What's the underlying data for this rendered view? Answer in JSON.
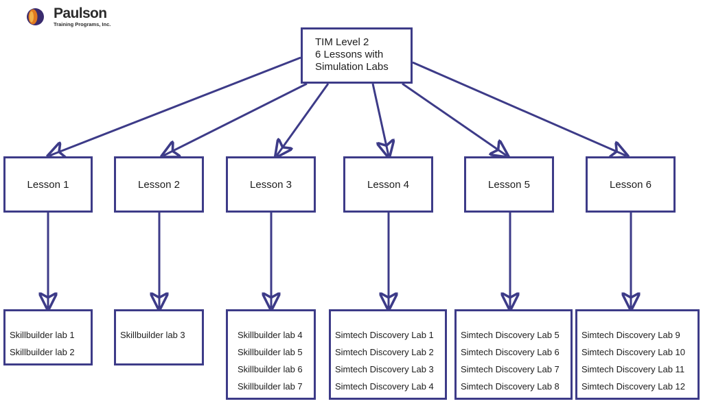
{
  "logo": {
    "name": "Paulson",
    "subtitle": "Training Programs, Inc."
  },
  "root": {
    "lines": [
      "TIM Level 2",
      "6 Lessons with",
      "Simulation Labs"
    ]
  },
  "lessons": [
    {
      "label": "Lesson 1",
      "labs": [
        "Skillbuilder lab 1",
        "Skillbuilder lab 2"
      ]
    },
    {
      "label": "Lesson 2",
      "labs": [
        "Skillbuilder lab 3"
      ]
    },
    {
      "label": "Lesson 3",
      "labs": [
        "Skillbuilder lab 4",
        "Skillbuilder lab 5",
        "Skillbuilder lab 6",
        "Skillbuilder lab 7"
      ]
    },
    {
      "label": "Lesson 4",
      "labs": [
        "Simtech Discovery Lab 1",
        "Simtech Discovery Lab 2",
        "Simtech Discovery Lab 3",
        "Simtech Discovery Lab 4"
      ]
    },
    {
      "label": "Lesson 5",
      "labs": [
        "Simtech Discovery Lab 5",
        "Simtech Discovery Lab 6",
        "Simtech Discovery Lab 7",
        "Simtech Discovery Lab 8"
      ]
    },
    {
      "label": "Lesson 6",
      "labs": [
        "Simtech Discovery Lab 9",
        "Simtech Discovery Lab 10",
        "Simtech Discovery Lab 11",
        "Simtech Discovery Lab 12"
      ]
    }
  ],
  "colors": {
    "line": "#3d3b88",
    "logo_outer": "#3a2b6e",
    "logo_inner": "#e07a20"
  }
}
